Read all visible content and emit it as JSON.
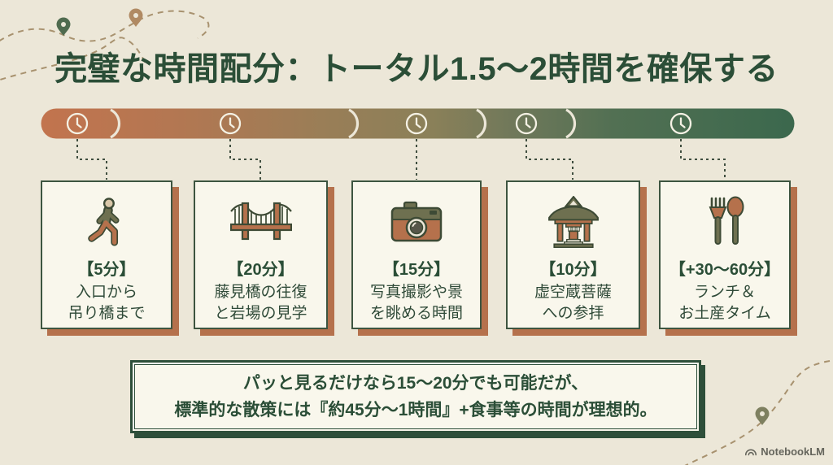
{
  "title": "完璧な時間配分：トータル1.5〜2時間を確保する",
  "timeline": {
    "segment_count": 5,
    "icon": "clock-icon",
    "gradient_start_color": "#c2744e",
    "gradient_end_color": "#3b684d"
  },
  "cards": [
    {
      "icon": "walking-person-icon",
      "duration": "【5分】",
      "lines": [
        "入口から",
        "吊り橋まで"
      ]
    },
    {
      "icon": "suspension-bridge-icon",
      "duration": "【20分】",
      "lines": [
        "藤見橋の往復",
        "と岩場の見学"
      ]
    },
    {
      "icon": "camera-icon",
      "duration": "【15分】",
      "lines": [
        "写真撮影や景",
        "を眺める時間"
      ]
    },
    {
      "icon": "shrine-icon",
      "duration": "【10分】",
      "lines": [
        "虚空蔵菩薩",
        "への参拝"
      ]
    },
    {
      "icon": "fork-spoon-icon",
      "duration": "【+30〜60分】",
      "lines": [
        "ランチ＆",
        "お土産タイム"
      ]
    }
  ],
  "note": {
    "line1": "パッと見るだけなら15〜20分でも可能だが、",
    "line2": "標準的な散策には『約45分〜1時間』+食事等の時間が理想的。"
  },
  "footer": {
    "brand": "NotebookLM"
  },
  "colors": {
    "background": "#ece7d8",
    "title_green": "#2b4e37",
    "card_background": "#f9f7ec",
    "card_border": "#3d5540",
    "card_shadow_terracotta": "#b5714c",
    "note_border": "#2e4f3a",
    "connector": "#3f4e3f",
    "deco_path": "#a8926f",
    "pin_green": "#4f6b4f",
    "pin_tan": "#b08a63",
    "pin_olive": "#7e8060",
    "footer_gray": "#65655c"
  }
}
